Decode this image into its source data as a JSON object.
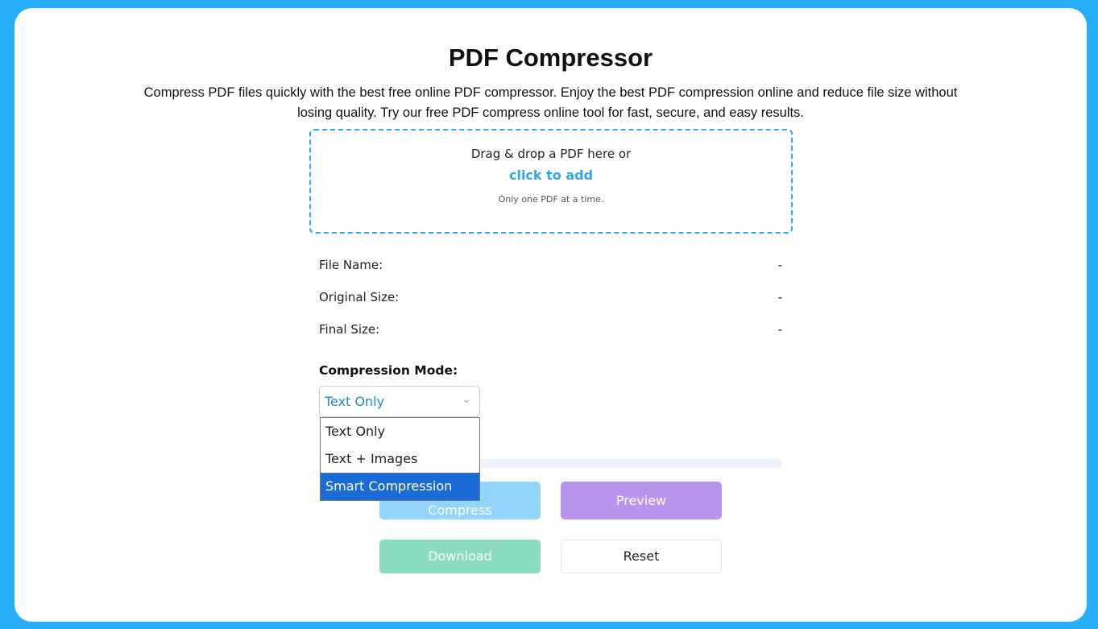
{
  "title": "PDF Compressor",
  "description": "Compress PDF files quickly with the best free online PDF compressor. Enjoy the best PDF compression online and reduce file size without losing quality. Try our free PDF compress online tool for fast, secure, and easy results.",
  "dropzone": {
    "text": "Drag & drop a PDF here or",
    "link": "click to add",
    "note": "Only one PDF at a time."
  },
  "info": [
    {
      "label": "File Name:",
      "value": "-"
    },
    {
      "label": "Original Size:",
      "value": "-"
    },
    {
      "label": "Final Size:",
      "value": "-"
    }
  ],
  "mode": {
    "label": "Compression Mode:",
    "selected": "Text Only",
    "options": [
      "Text Only",
      "Text + Images",
      "Smart Compression"
    ],
    "highlighted": "Smart Compression"
  },
  "progress": 0,
  "buttons": {
    "compress": "Compress",
    "preview": "Preview",
    "download": "Download",
    "reset": "Reset"
  },
  "colors": {
    "background": "#27aefb",
    "accent": "#2aa9f0",
    "compress": "#93d4fb",
    "preview": "#b795ec",
    "download": "#8adcbf"
  }
}
